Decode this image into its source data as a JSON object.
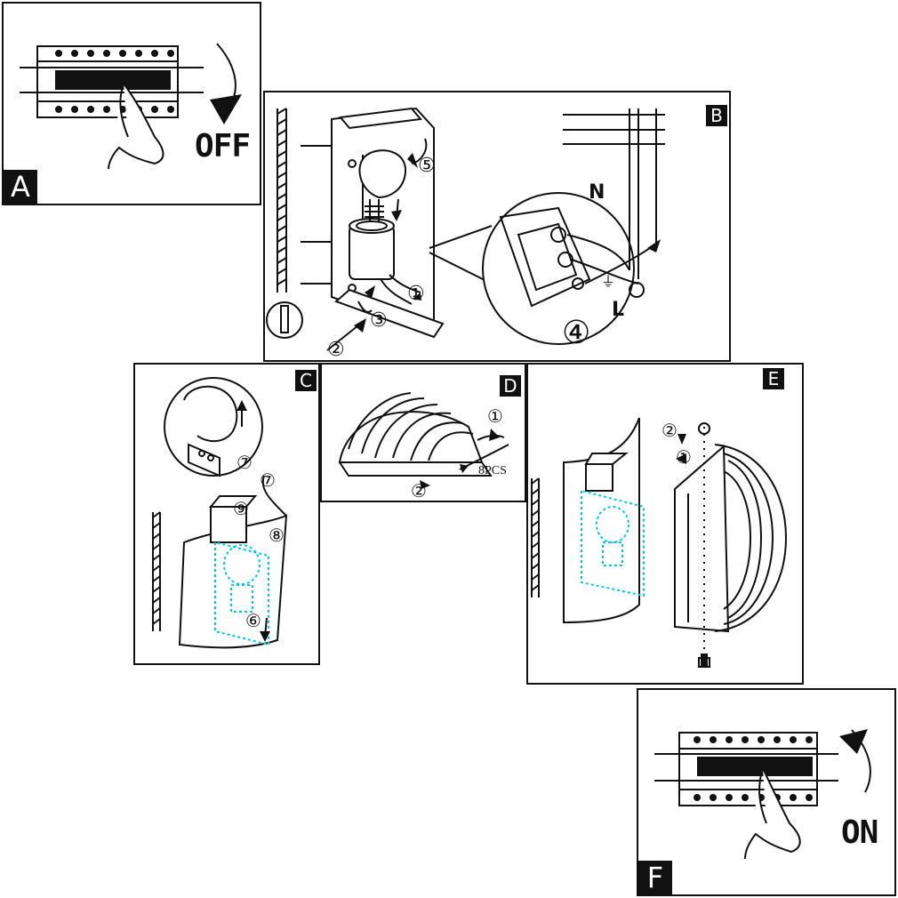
{
  "panels": {
    "A": {
      "tag": "A",
      "action": "OFF"
    },
    "B": {
      "tag": "B",
      "neutral": "N",
      "live": "L",
      "steps": [
        "①",
        "②",
        "③",
        "④",
        "⑤"
      ]
    },
    "C": {
      "tag": "C",
      "steps": [
        "⑥",
        "⑦",
        "⑦",
        "⑧",
        "⑨"
      ]
    },
    "D": {
      "tag": "D",
      "steps": [
        "①",
        "②"
      ],
      "quantity": "8PCS"
    },
    "E": {
      "tag": "E",
      "steps": [
        "①",
        "②"
      ]
    },
    "F": {
      "tag": "F",
      "action": "ON"
    }
  },
  "colors": {
    "line": "#111111",
    "hidden_parts": "#00c8e0",
    "background": "#ffffff"
  }
}
